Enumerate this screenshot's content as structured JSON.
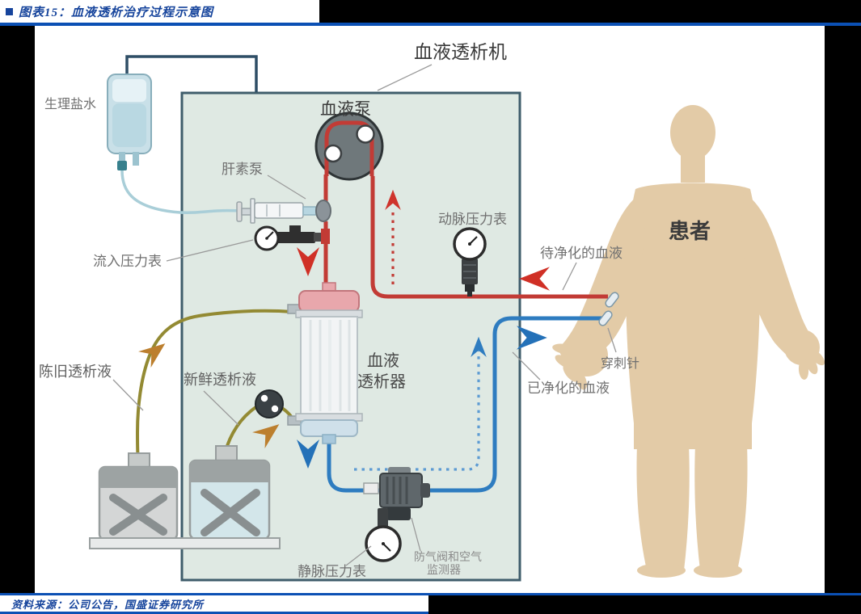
{
  "page": {
    "title": "图表15：血液透析治疗过程示意图",
    "source": "资料来源：公司公告，国盛证券研究所"
  },
  "diagram": {
    "labels": {
      "machine": "血液透析机",
      "blood_pump": "血液泵",
      "saline": "生理盐水",
      "heparin_pump": "肝素泵",
      "inflow_gauge": "流入压力表",
      "arterial_gauge": "动脉压力表",
      "dialyzer_line1": "血液",
      "dialyzer_line2": "透析器",
      "old_dialysate": "陈旧透析液",
      "fresh_dialysate": "新鲜透析液",
      "venous_gauge": "静脉压力表",
      "air_monitor_line1": "防气阀和空气",
      "air_monitor_line2": "监测器",
      "blood_to_purify": "待净化的血液",
      "purified_blood": "已净化的血液",
      "puncture_needle": "穿刺针",
      "patient": "患者"
    },
    "colors": {
      "title_blue": "#16449c",
      "rule_blue": "#0b50b4",
      "arterial_red": "#c23b35",
      "venous_blue": "#2e7cc0",
      "dialysate_olive": "#938a33",
      "arrow_orange": "#bc7f2e",
      "machine_fill": "#dfe9e3",
      "machine_border": "#3f5d6b",
      "patient_skin": "#e3cba7"
    }
  }
}
